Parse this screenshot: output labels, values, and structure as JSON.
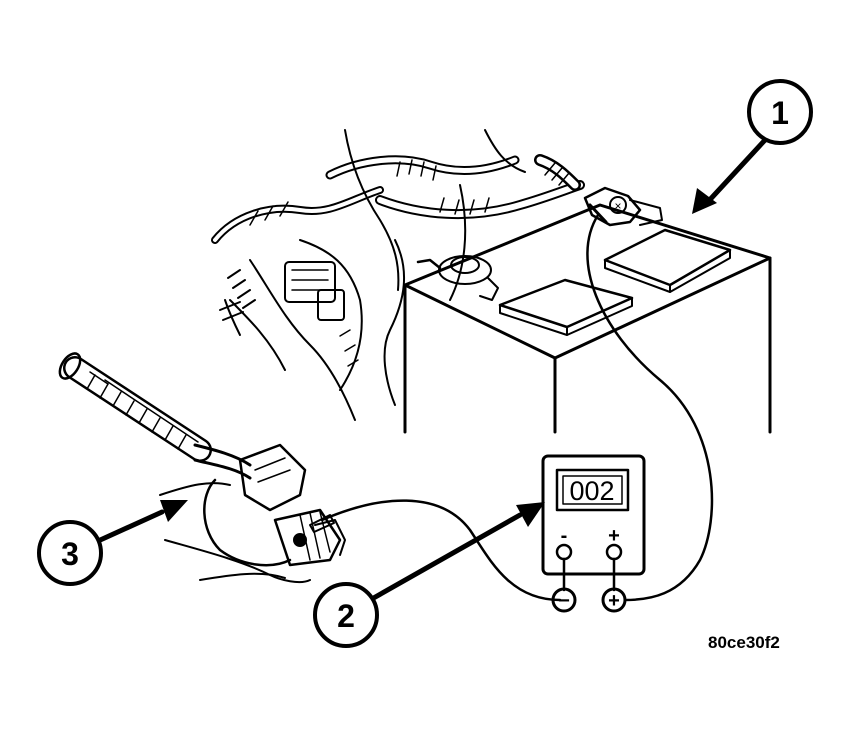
{
  "figure": {
    "id_code": "80ce30f2"
  },
  "callouts": [
    {
      "number": "1",
      "target": "battery"
    },
    {
      "number": "2",
      "target": "multimeter"
    },
    {
      "number": "3",
      "target": "sensor-connector"
    }
  ],
  "multimeter": {
    "display": "002",
    "negative_label": "-",
    "positive_label": "+"
  },
  "test_leads": {
    "negative_symbol": "−",
    "positive_symbol": "+"
  },
  "battery": {
    "terminal_symbol": "×"
  },
  "colors": {
    "line": "#000000",
    "background": "#ffffff"
  }
}
